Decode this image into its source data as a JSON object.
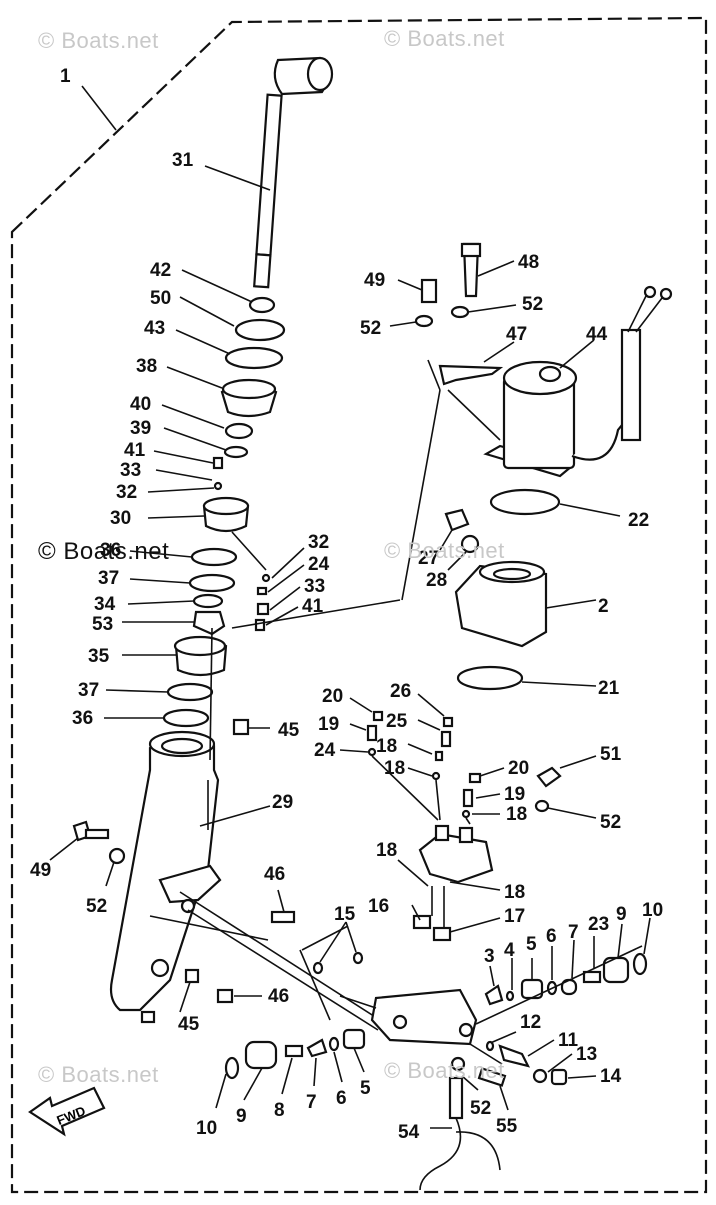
{
  "watermarks": [
    "© Boats.net",
    "© Boats.net",
    "© Boats.net",
    "© Boats.net",
    "© Boats.net",
    "© Boats.net"
  ],
  "fwd_label": "FWD",
  "labels": [
    "1",
    "31",
    "42",
    "50",
    "43",
    "38",
    "40",
    "39",
    "41",
    "33",
    "32",
    "30",
    "36",
    "37",
    "34",
    "53",
    "35",
    "37",
    "36",
    "32",
    "24",
    "33",
    "41",
    "45",
    "29",
    "49",
    "52",
    "46",
    "46",
    "45",
    "15",
    "48",
    "49",
    "52",
    "52",
    "47",
    "44",
    "22",
    "27",
    "28",
    "2",
    "21",
    "20",
    "26",
    "19",
    "25",
    "24",
    "18",
    "18",
    "20",
    "19",
    "18",
    "51",
    "52",
    "18",
    "16",
    "18",
    "17",
    "3",
    "4",
    "5",
    "6",
    "7",
    "23",
    "9",
    "10",
    "12",
    "11",
    "13",
    "14",
    "10",
    "9",
    "8",
    "7",
    "6",
    "5",
    "54",
    "52",
    "55"
  ]
}
